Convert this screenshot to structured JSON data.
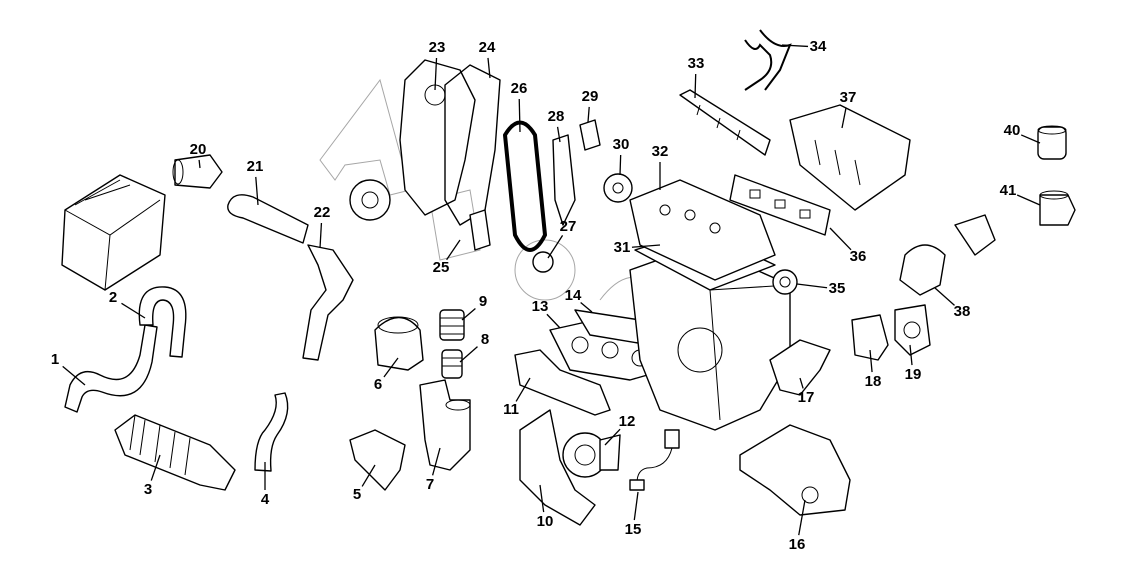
{
  "diagram": {
    "labels": [
      "1",
      "2",
      "3",
      "4",
      "5",
      "6",
      "7",
      "8",
      "9",
      "10",
      "11",
      "12",
      "13",
      "14",
      "15",
      "16",
      "17",
      "18",
      "19",
      "20",
      "21",
      "22",
      "23",
      "24",
      "25",
      "26",
      "27",
      "28",
      "29",
      "30",
      "31",
      "32",
      "33",
      "34",
      "35",
      "36",
      "37",
      "38",
      "40",
      "41"
    ],
    "line_color": "#000000",
    "background": "#ffffff"
  }
}
